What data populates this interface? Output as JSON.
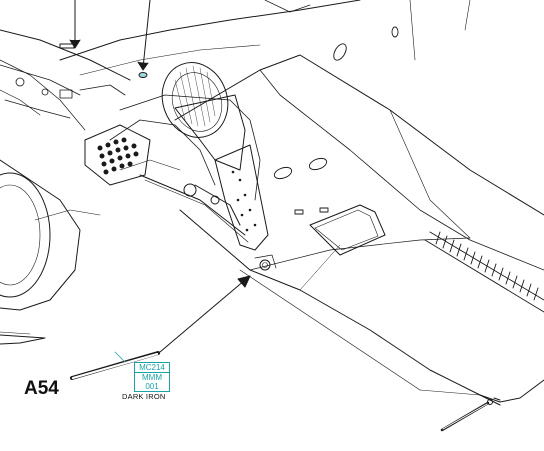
{
  "step": {
    "label": "A54"
  },
  "paint": {
    "code": "MC214",
    "series": "MMM",
    "number": "001",
    "name": "DARK IRON"
  },
  "colors": {
    "line": "#1a1a1a",
    "paint_code": "#1aa3a8",
    "background": "#ffffff"
  }
}
